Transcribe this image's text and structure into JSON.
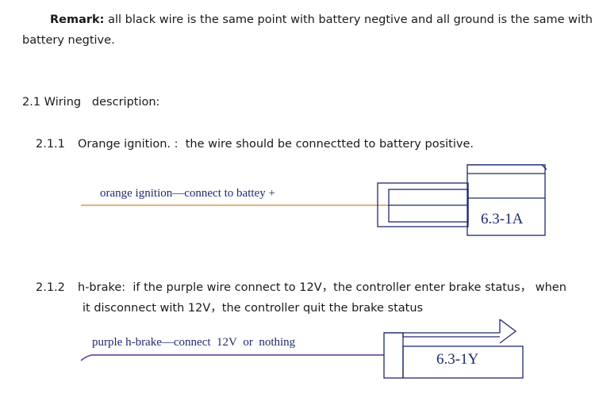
{
  "remark": {
    "label": "Remark:",
    "line1": " all black wire is the same point with battery negtive and all ground is the same with",
    "line2": "battery negtive."
  },
  "section": {
    "title": "2.1 Wiring   description:"
  },
  "item1": {
    "number": "2.1.1",
    "text": "Orange ignition. :  the wire should be connectted to battery positive.",
    "wire_label": "orange ignition—connect to battey +",
    "connector_label": "6.3-1A",
    "wire_color": "#e7b07a"
  },
  "item2": {
    "number": "2.1.2",
    "line1": "h-brake:  if the purple wire connect to 12V，the controller enter brake status， when",
    "line2": "it disconnect with 12V，the controller quit the brake status",
    "wire_label": "purple h-brake—connect  12V  or  nothing",
    "connector_label": "6.3-1Y",
    "wire_color": "#7a4a9e"
  },
  "colors": {
    "diagram_stroke": "#1f2a6e"
  }
}
